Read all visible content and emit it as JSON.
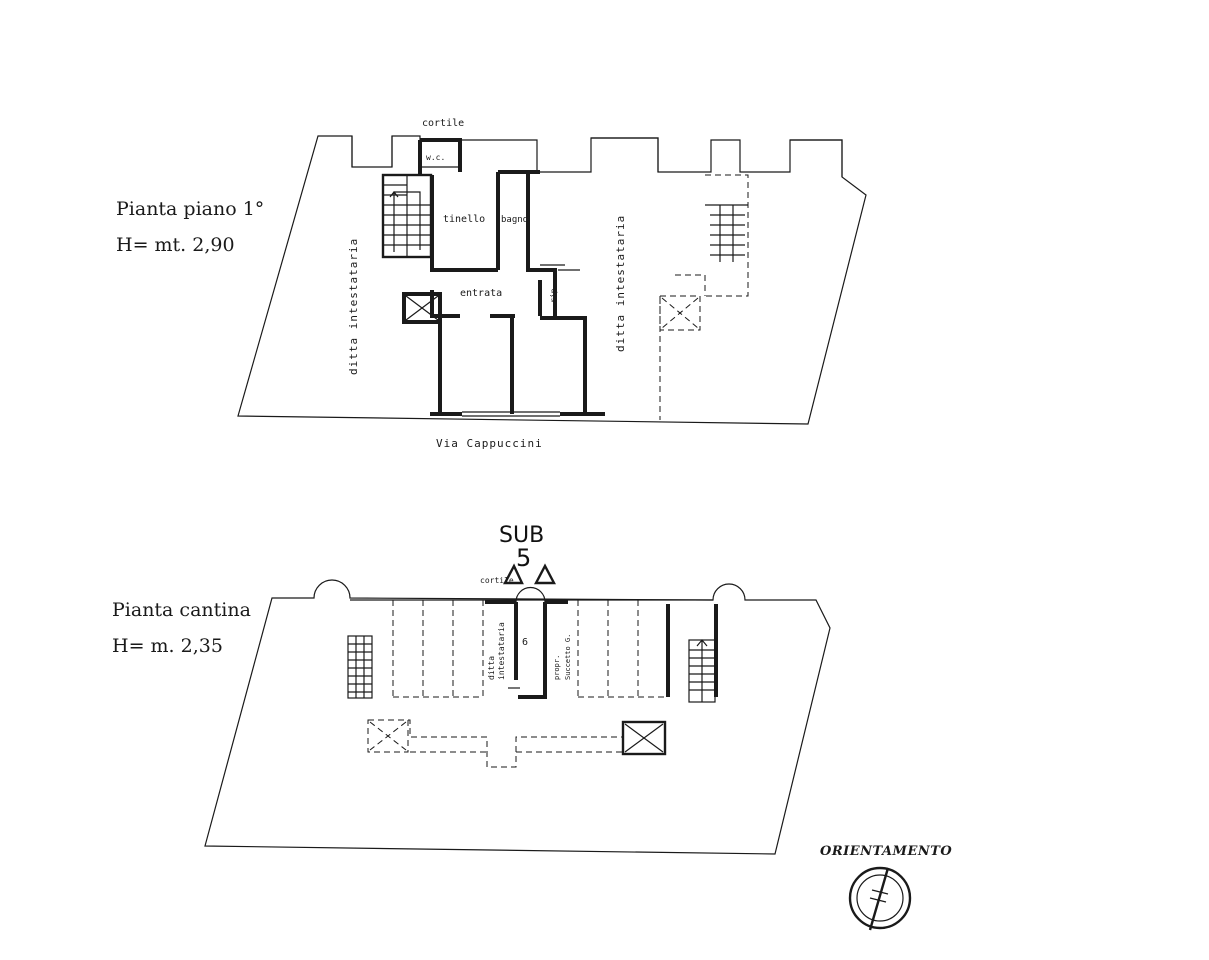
{
  "first_floor": {
    "title": "Pianta piano 1°",
    "height": "H= mt. 2,90",
    "labels": {
      "courtyard": "cortile",
      "room_wc": "w.c.",
      "room_tinello": "tinello",
      "room_bagno": "bagno",
      "room_entrata": "entrata",
      "room_rip": "rip.",
      "neighbor_left": "ditta intestataria",
      "neighbor_right": "ditta intestataria",
      "street": "Via Cappuccini"
    }
  },
  "basement": {
    "title": "Pianta cantina",
    "height": "H= m. 2,35",
    "labels": {
      "sub_top": "SUB",
      "sub_number": "5",
      "courtyard": "cortile",
      "ditta_a": "ditta",
      "ditta_b": "intestataria",
      "cellar_number": "6",
      "propr_a": "propr.",
      "propr_b": "Succetto G."
    }
  },
  "orientation": {
    "label": "ORIENTAMENTO"
  }
}
